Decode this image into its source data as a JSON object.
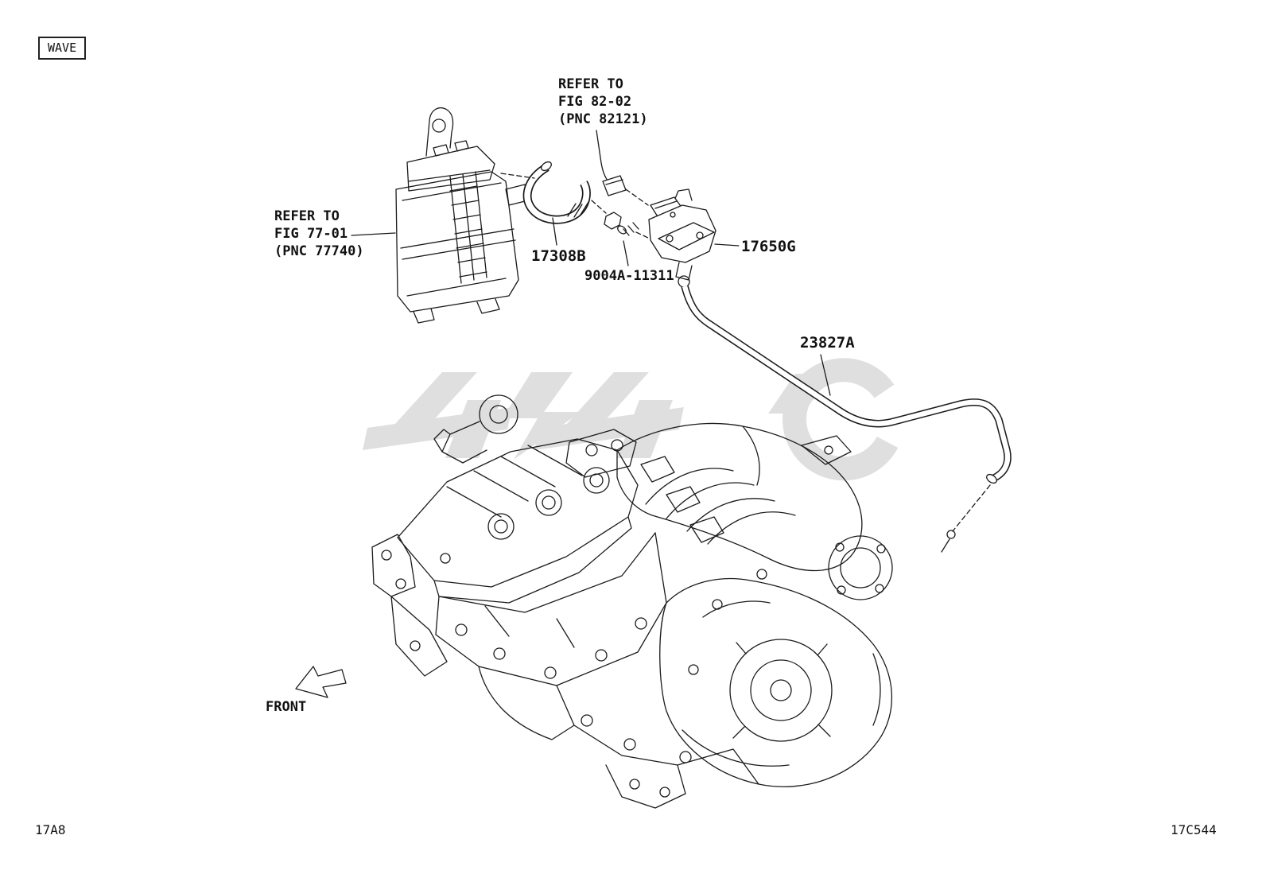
{
  "page": {
    "wave_label": "WAVE",
    "page_code": "17A8",
    "figure_code": "17C544",
    "front_label": "FRONT",
    "line_color": "#1b1b1b",
    "watermark_color": "#c6c6c6"
  },
  "references": {
    "fig_82_02": "REFER TO\nFIG 82-02\n(PNC 82121)",
    "fig_77_01": "REFER TO\nFIG 77-01\n(PNC 77740)"
  },
  "parts": {
    "hose_upper": "17308B",
    "vsv_valve": "17650G",
    "bolt": "9004A-11311",
    "hose_lower": "23827A"
  }
}
